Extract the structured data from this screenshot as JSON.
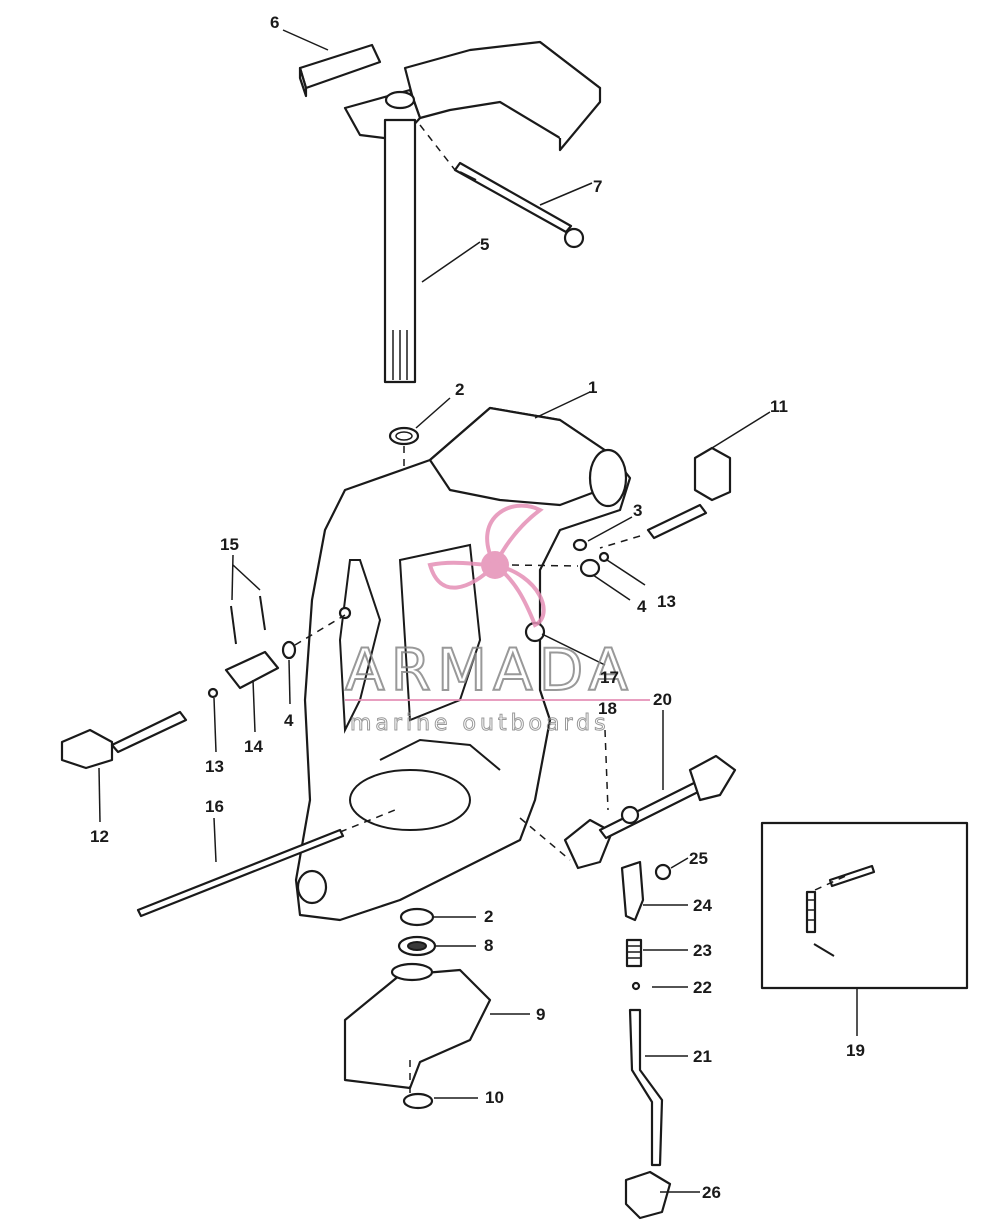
{
  "callouts": {
    "n1": "1",
    "n2a": "2",
    "n2b": "2",
    "n3": "3",
    "n4a": "4",
    "n4b": "4",
    "n5": "5",
    "n6": "6",
    "n7": "7",
    "n8": "8",
    "n9": "9",
    "n10": "10",
    "n11": "11",
    "n12": "12",
    "n13a": "13",
    "n13b": "13",
    "n14": "14",
    "n15": "15",
    "n16": "16",
    "n17": "17",
    "n18": "18",
    "n19": "19",
    "n20": "20",
    "n21": "21",
    "n22": "22",
    "n23": "23",
    "n24": "24",
    "n25": "25",
    "n26": "26"
  },
  "watermark": {
    "brand": "ARMADA",
    "tagline": "marine outboards",
    "accent_color": "#e58fb6"
  }
}
